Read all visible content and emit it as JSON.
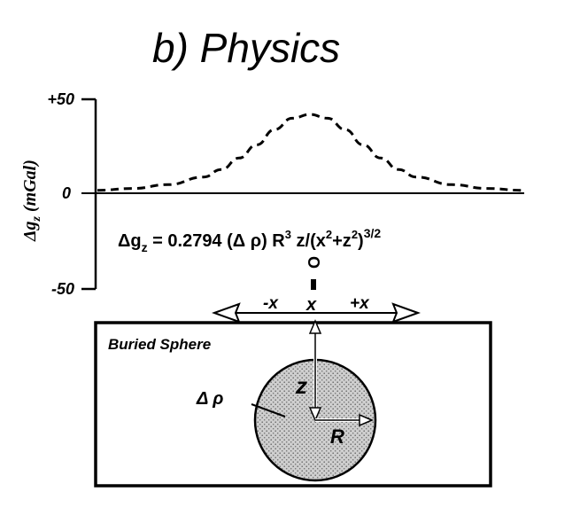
{
  "title": "b) Physics",
  "ylabel_main": "Δg",
  "ylabel_sub": "z",
  "ylabel_unit": " (mGal)",
  "ticks": {
    "top": "+50",
    "mid": "0",
    "bottom": "-50"
  },
  "equation": {
    "lhs": "Δg",
    "lhs_sub": "z",
    "eq": " = 0.2794 (Δ ρ) R",
    "r_exp": "3",
    "mid": " z/(x",
    "x_exp": "2",
    "plus": "+z",
    "z_exp": "2",
    "close": ")",
    "outer_exp": "3/2"
  },
  "observer": {
    "o": "O",
    "x": "x"
  },
  "axis_labels": {
    "neg": "-x",
    "pos": "+x"
  },
  "box_label": "Buried Sphere",
  "sphere_labels": {
    "density": "Δ ρ",
    "depth": "z",
    "radius": "R"
  },
  "chart_data": {
    "type": "line",
    "ylim": [
      -50,
      50
    ],
    "yticks": [
      "+50",
      "0",
      "-50"
    ],
    "x": [
      -6,
      -5,
      -4,
      -3,
      -2.5,
      -2,
      -1.5,
      -1,
      -0.5,
      0,
      0.5,
      1,
      1.5,
      2,
      2.5,
      3,
      4,
      5,
      6
    ],
    "y": [
      2,
      3,
      5,
      9,
      13,
      19,
      26,
      34,
      40,
      42,
      40,
      34,
      26,
      19,
      13,
      9,
      5,
      3,
      2
    ]
  }
}
